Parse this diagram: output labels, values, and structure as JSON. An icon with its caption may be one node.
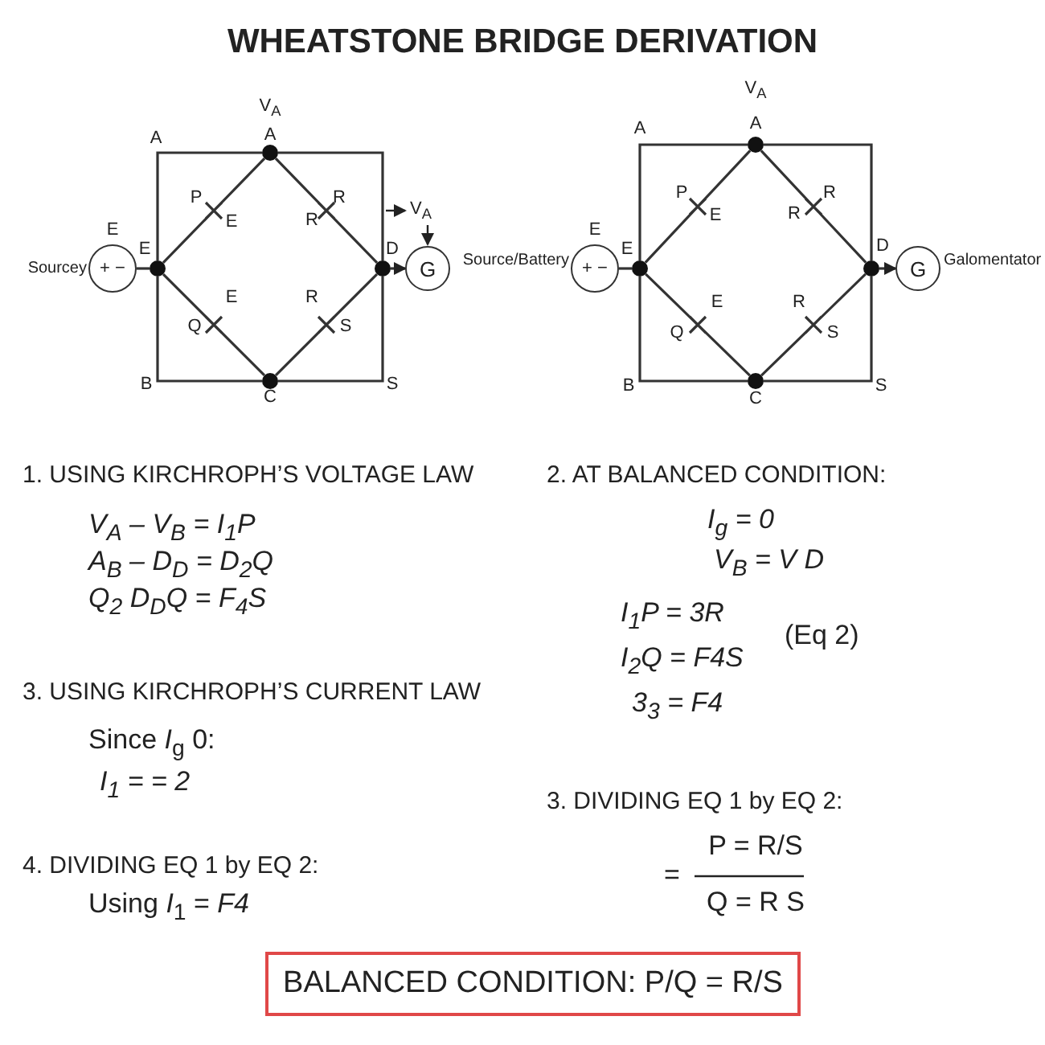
{
  "diagram": {
    "title": "WHEATSTONE BRIDGE DERIVATION",
    "nodes": [
      {
        "text": [],
        "shape": "circle",
        "beside": [
          "V$_{A}$",
          "A"
        ]
      },
      {
        "text": [],
        "shape": "circle",
        "beside": [
          "E"
        ]
      },
      {
        "text": [],
        "shape": "circle",
        "beside": [
          "D"
        ]
      },
      {
        "text": [],
        "shape": "circle",
        "beside": [
          "C"
        ]
      },
      {
        "text": [
          "+ −"
        ],
        "beside": [
          "Sourcey",
          "E"
        ]
      },
      {
        "text": [
          "G"
        ]
      },
      {
        "text": [],
        "shape": "circle",
        "beside": [
          "V$_{A}$",
          "A"
        ]
      },
      {
        "text": [],
        "shape": "circle",
        "beside": [
          "E"
        ]
      },
      {
        "text": [],
        "shape": "circle",
        "beside": [
          "D"
        ]
      },
      {
        "text": [],
        "shape": "circle",
        "beside": [
          "C"
        ]
      },
      {
        "text": [
          "+ −"
        ],
        "beside": [
          "Source/Battery",
          "E"
        ]
      },
      {
        "text": [
          "G"
        ],
        "beside": [
          "Galomentator"
        ]
      },
      {
        "text": [
          "BALANCED CONDITION: P/Q = R/S"
        ]
      }
    ],
    "edges": [
      {
        "from": 1,
        "to": 0,
        "arrow": "none"
      },
      {
        "from": 0,
        "to": 2,
        "arrow": "none"
      },
      {
        "from": 1,
        "to": 3,
        "arrow": "none"
      },
      {
        "from": 3,
        "to": 2,
        "arrow": "none"
      },
      {
        "from": 1,
        "to": 0,
        "arrow": "none"
      },
      {
        "from": 0,
        "to": 2,
        "arrow": "none"
      },
      {
        "from": 2,
        "to": 3,
        "arrow": "none"
      },
      {
        "from": 3,
        "to": 1,
        "arrow": "none"
      },
      {
        "from": 4,
        "to": 1,
        "arrow": "none"
      },
      {
        "from": 2,
        "to": 5,
        "arrow": "to"
      },
      {
        "from": 7,
        "to": 6,
        "arrow": "none"
      },
      {
        "from": 6,
        "to": 8,
        "arrow": "none"
      },
      {
        "from": 7,
        "to": 9,
        "arrow": "none"
      },
      {
        "from": 9,
        "to": 8,
        "arrow": "none"
      },
      {
        "from": 7,
        "to": 6,
        "arrow": "none"
      },
      {
        "from": 6,
        "to": 8,
        "arrow": "none"
      },
      {
        "from": 8,
        "to": 9,
        "arrow": "none"
      },
      {
        "from": 9,
        "to": 7,
        "arrow": "none"
      },
      {
        "from": 10,
        "to": 7,
        "arrow": "none"
      },
      {
        "from": 8,
        "to": 11,
        "arrow": "to"
      }
    ],
    "labels": [
      "A",
      "P",
      "E",
      "R",
      "R",
      "E",
      "Q",
      "R",
      "S",
      "B",
      "S",
      "V$_{A}$",
      "A",
      "P",
      "E",
      "R",
      "R",
      "E",
      "Q",
      "R",
      "S",
      "B",
      "S",
      "1. USING KIRCHROPH’S VOLTAGE LAW",
      "V$_{A}$ – V$_{B}$ = I$_{1}$P",
      "A$_{B}$ – D$_{D}$ = D$_{2}$Q",
      "Q$_{2}$ D$_{D}$Q = F$_{4}$S",
      "3. USING KIRCHROPH’S CURRENT LAW",
      "Since  *I*$_{g}$ 0:",
      "I$_{1}$ = = 2",
      "4. DIVIDING EQ 1 by EQ 2:",
      "Using  *I*$_{1}$ = *F4*",
      "2. AT BALANCED CONDITION:",
      "I$_{g}$ = 0",
      "V$_{B}$ = V D",
      "I$_{1}$P = 3R",
      "(Eq 2)",
      "I$_{2}$Q = F4S",
      "3$_{3}$ = F4",
      "3. DIVIDING EQ 1 by EQ 2:",
      "=",
      "P = R/S",
      "Q = R S"
    ]
  }
}
